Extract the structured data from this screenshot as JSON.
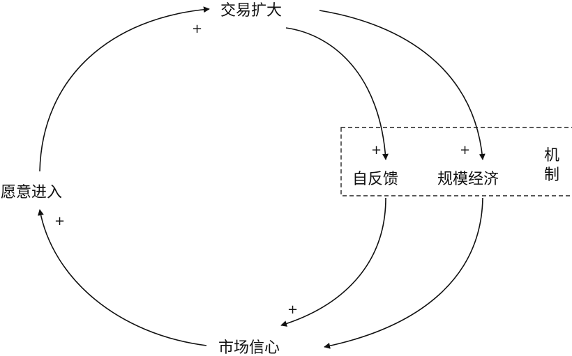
{
  "nodes": {
    "trade_expansion": "交易扩大",
    "self_feedback": "自反馈",
    "economies_of_scale": "规模经济",
    "market_confidence": "市场信心",
    "willingness_to_enter": "愿意进入"
  },
  "mechanism_box": {
    "label_line1": "机",
    "label_line2": "制"
  },
  "edges": [
    {
      "from": "willingness_to_enter",
      "to": "trade_expansion",
      "polarity": "+"
    },
    {
      "from": "trade_expansion",
      "to": "self_feedback",
      "polarity": "+"
    },
    {
      "from": "trade_expansion",
      "to": "economies_of_scale",
      "polarity": "+"
    },
    {
      "from": "self_feedback",
      "to": "market_confidence",
      "polarity": "+"
    },
    {
      "from": "economies_of_scale",
      "to": "market_confidence",
      "polarity": ""
    },
    {
      "from": "market_confidence",
      "to": "willingness_to_enter",
      "polarity": "+"
    }
  ],
  "colors": {
    "line": "#111111",
    "background": "#ffffff"
  }
}
